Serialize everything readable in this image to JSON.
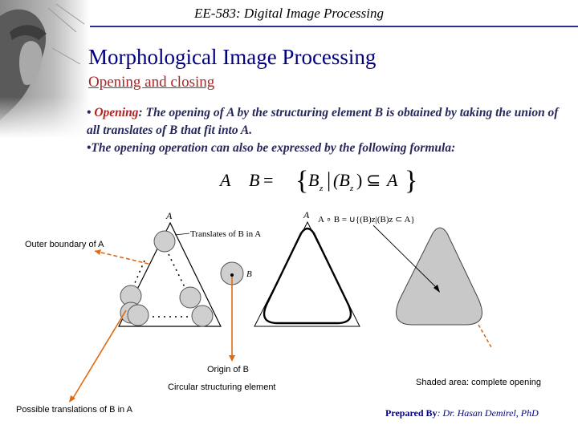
{
  "header": {
    "title": "EE-583: Digital Image Processing"
  },
  "title": "Morphological Image  Processing",
  "subtitle": "Opening and closing",
  "body": {
    "bullet1_marker": "• ",
    "bullet1_term": "Opening",
    "bullet1_text": ": The opening of A by the structuring element B is obtained by taking the union of all translates of B that fit into A.",
    "bullet2_text": "•The opening operation can also be expressed by the following formula:"
  },
  "formula": {
    "lhs": "A",
    "box": "",
    "operand": "B",
    "equals": "=",
    "union": "",
    "set_open": "{",
    "bz": "B",
    "sub_z": "z",
    "bar": "|",
    "bz2": "(B",
    "sub_z2": "z",
    "close_paren": ")",
    "subset": "⊆",
    "rhs": "A",
    "set_close": "}"
  },
  "figure": {
    "label_a1": "A",
    "label_a2": "A",
    "translates_label": "Translates of B in A",
    "b_label": "B",
    "top_formula": "A ∘ B = ∪{(B)z|(B)z ⊂ A}",
    "outer_boundary": "Outer boundary of A",
    "origin_of_b": "Origin of B",
    "circular_element": "Circular structuring element",
    "possible_translations": "Possible translations of B in A",
    "shaded_area": "Shaded area: complete opening"
  },
  "credit": {
    "prepared_by": "Prepared By",
    "name": ": Dr. Hasan Demirel, PhD"
  },
  "colors": {
    "title": "#000080",
    "accent": "#b22222",
    "body": "#27275a",
    "shade": "#c8c8c8"
  }
}
